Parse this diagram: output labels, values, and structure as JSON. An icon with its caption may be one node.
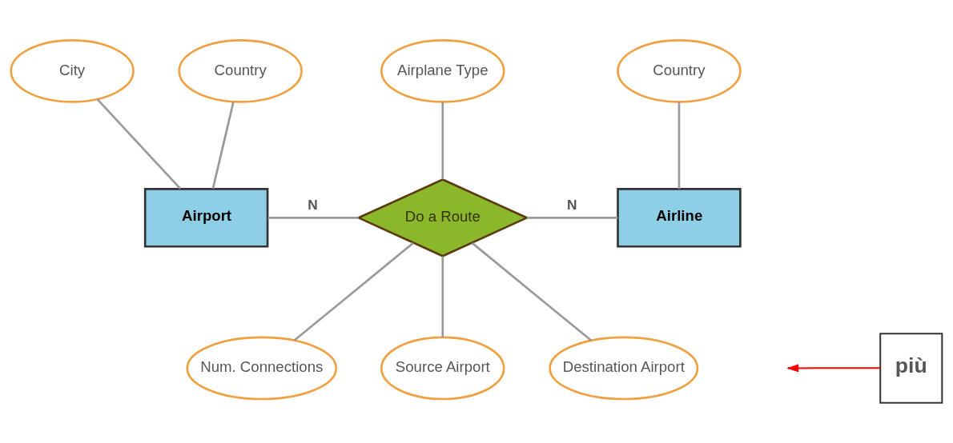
{
  "diagram": {
    "nodes": [
      {
        "text": [
          "City"
        ]
      },
      {
        "text": [
          "Country"
        ]
      },
      {
        "text": [
          "Airport"
        ]
      },
      {
        "text": [
          "Airplane Type"
        ]
      },
      {
        "text": [
          "Do a Route"
        ]
      },
      {
        "text": [
          "Country"
        ]
      },
      {
        "text": [
          "Airline"
        ]
      },
      {
        "text": [
          "Num. Connections"
        ]
      },
      {
        "text": [
          "Source Airport"
        ]
      },
      {
        "text": [
          "Destination Airport"
        ]
      },
      {
        "text": [
          "più"
        ]
      }
    ],
    "edges": [
      {
        "from": 0,
        "to": 2,
        "arrow": "none"
      },
      {
        "from": 1,
        "to": 2,
        "arrow": "none"
      },
      {
        "from": 2,
        "to": 4,
        "label": "N",
        "arrow": "none"
      },
      {
        "from": 4,
        "to": 6,
        "label": "N",
        "arrow": "none"
      },
      {
        "from": 3,
        "to": 4,
        "arrow": "none"
      },
      {
        "from": 5,
        "to": 6,
        "arrow": "none"
      },
      {
        "from": 4,
        "to": 7,
        "arrow": "none"
      },
      {
        "from": 4,
        "to": 8,
        "arrow": "none"
      },
      {
        "from": 4,
        "to": 9,
        "arrow": "none"
      },
      {
        "from": 10,
        "to": null,
        "arrow": "to",
        "color": "#ff0000"
      }
    ]
  }
}
